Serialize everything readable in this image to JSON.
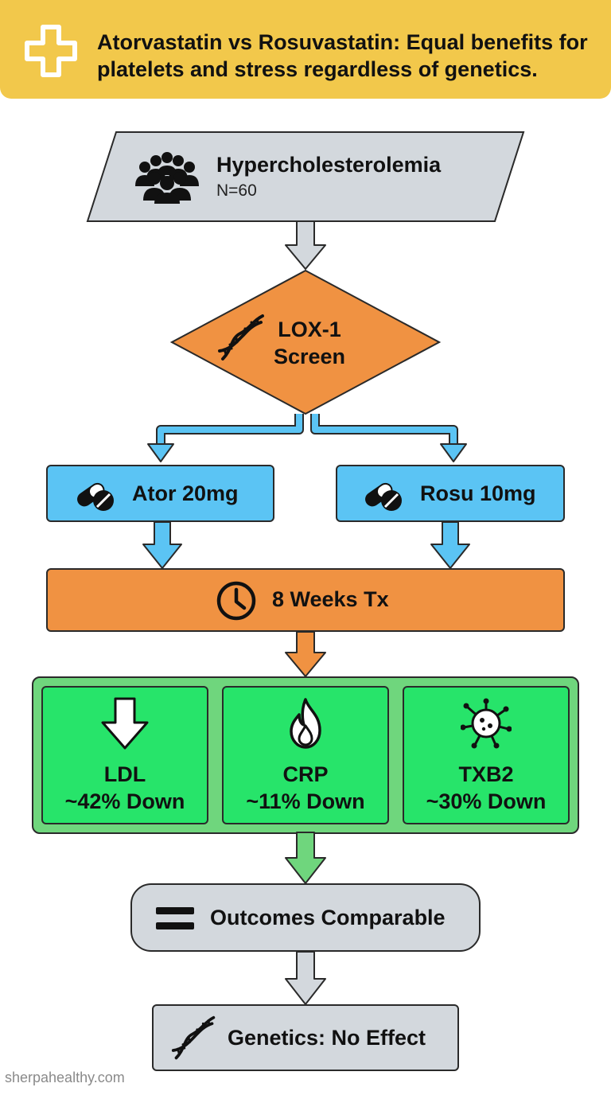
{
  "header": {
    "title": "Atorvastatin vs Rosuvastatin: Equal benefits for platelets and stress regardless of genetics.",
    "icon": "medical-cross-icon"
  },
  "population": {
    "title": "Hypercholesterolemia",
    "n": "N=60",
    "icon": "people-group-icon"
  },
  "screen": {
    "label": "LOX-1 Screen",
    "icon": "dna-icon"
  },
  "arms": [
    {
      "label": "Ator 20mg",
      "icon": "pill-icon"
    },
    {
      "label": "Rosu 10mg",
      "icon": "pill-icon"
    }
  ],
  "treatment": {
    "label": "8 Weeks Tx",
    "icon": "clock-icon"
  },
  "outcomes": [
    {
      "name": "LDL",
      "change": "~42% Down",
      "icon": "down-arrow-icon"
    },
    {
      "name": "CRP",
      "change": "~11% Down",
      "icon": "flame-icon"
    },
    {
      "name": "TXB2",
      "change": "~30% Down",
      "icon": "platelet-icon"
    }
  ],
  "result": {
    "label": "Outcomes Comparable",
    "icon": "equals-icon"
  },
  "genetics": {
    "label": "Genetics: No Effect",
    "icon": "dna-icon"
  },
  "footer": {
    "source": "sherpahealthy.com"
  },
  "colors": {
    "header": "#f2c84b",
    "population": "#d3d8dd",
    "screen": "#f09242",
    "arms": "#5bc4f4",
    "treatment": "#f09242",
    "outcomes_container": "#6fd67d",
    "outcome_card": "#27e46a",
    "result": "#d3d8dd",
    "genetics": "#d3d8dd"
  }
}
